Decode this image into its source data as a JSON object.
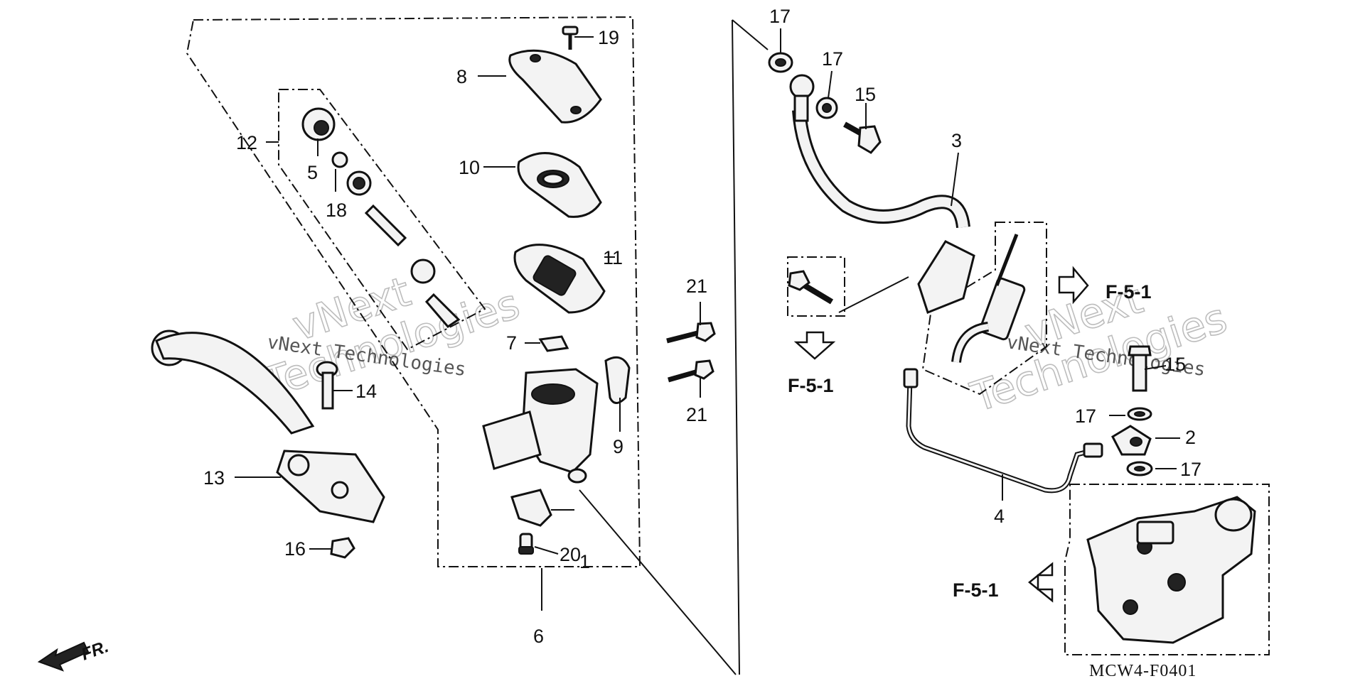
{
  "callouts": {
    "n1": "1",
    "n2": "2",
    "n3": "3",
    "n4": "4",
    "n5": "5",
    "n6": "6",
    "n7": "7",
    "n8": "8",
    "n9": "9",
    "n10": "10",
    "n11": "11",
    "n12": "12",
    "n13": "13",
    "n14": "14",
    "n15a": "15",
    "n15b": "15",
    "n16": "16",
    "n17a": "17",
    "n17b": "17",
    "n17c": "17",
    "n17d": "17",
    "n18": "18",
    "n19": "19",
    "n20": "20",
    "n21a": "21",
    "n21b": "21"
  },
  "references": {
    "ref_a": "F-5-1",
    "ref_b": "F-5-1",
    "ref_c": "F-5-1"
  },
  "direction_label": "FR.",
  "diagram_code": "MCW4-F0401",
  "watermark": {
    "text_a": "vNext",
    "text_b": "Technologies",
    "text_small": "vNext Technologies"
  }
}
